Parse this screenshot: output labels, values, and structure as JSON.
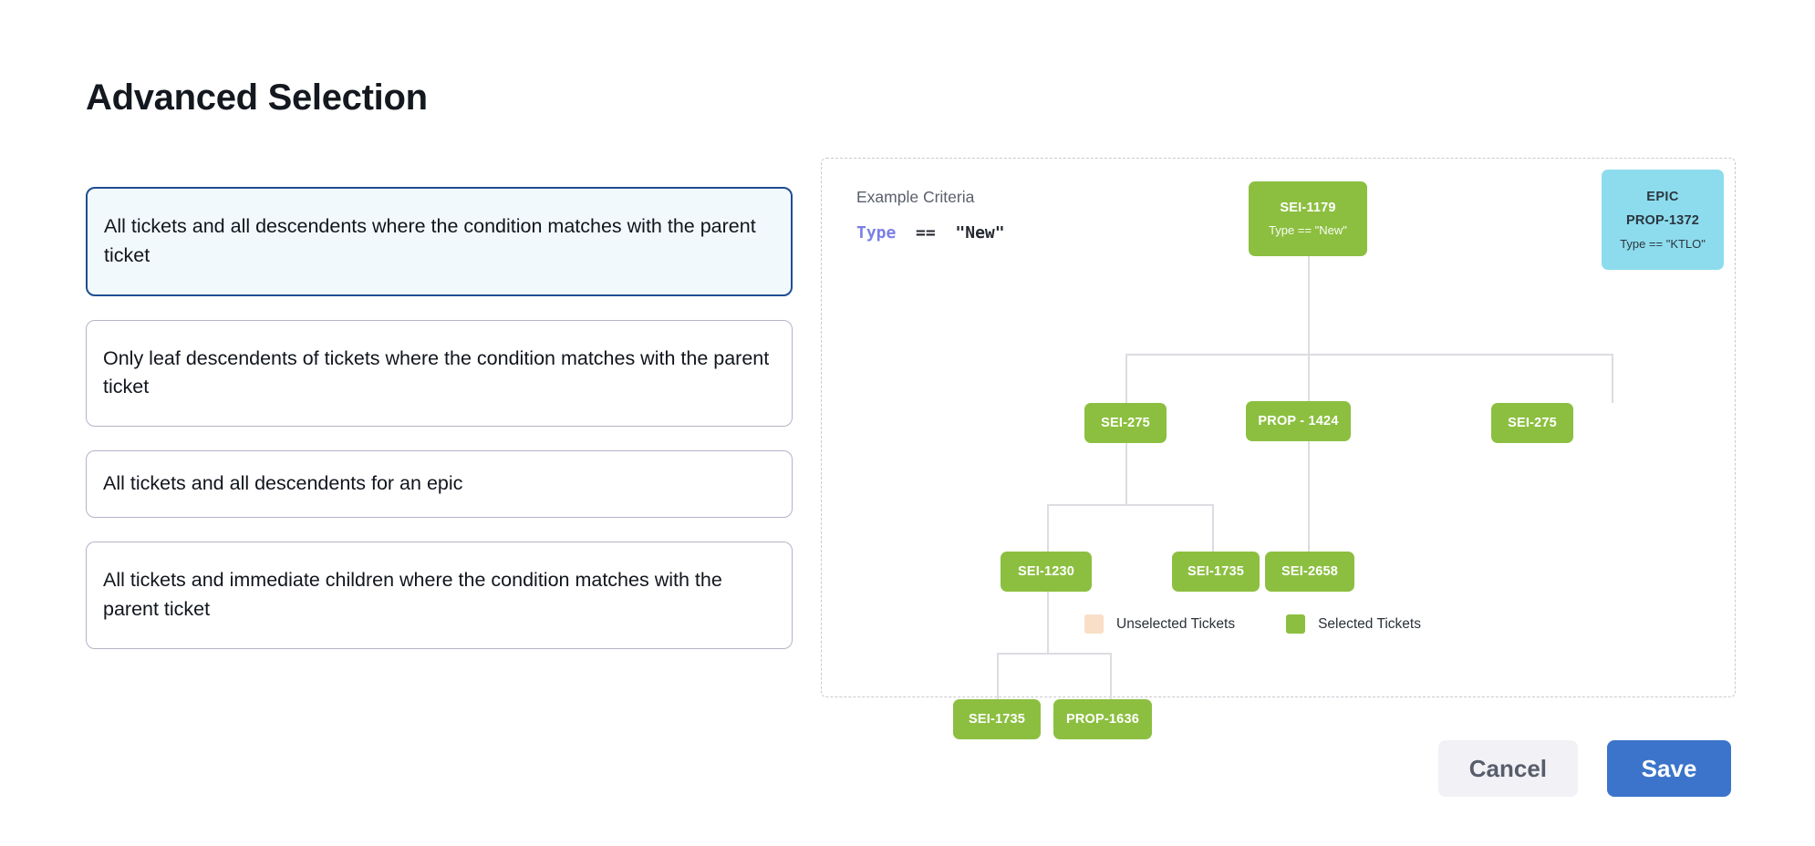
{
  "page": {
    "title": "Advanced Selection"
  },
  "options": [
    {
      "id": "all-descendents-condition",
      "label": "All tickets and all descendents where the condition matches with the parent ticket",
      "selected": true,
      "lines": 2
    },
    {
      "id": "leaf-descendents-condition",
      "label": "Only leaf descendents of tickets where the condition matches with the parent ticket",
      "selected": false,
      "lines": 2
    },
    {
      "id": "all-descendents-epic",
      "label": "All tickets and all descendents for an epic",
      "selected": false,
      "lines": 1
    },
    {
      "id": "immediate-children-condition",
      "label": "All tickets and immediate children where the condition matches with the parent ticket",
      "selected": false,
      "lines": 2
    }
  ],
  "diagram": {
    "criteria_title": "Example Criteria",
    "criteria_expression": {
      "field": "Type",
      "operator": "==",
      "value": "\"New\""
    },
    "nodes": {
      "root": {
        "key": "SEI-1179",
        "sub": "Type == \"New\"",
        "state": "selected"
      },
      "epic": {
        "epic": "EPIC",
        "key": "PROP-1372",
        "sub": "Type == \"KTLO\"",
        "state": "epic"
      },
      "child_a": {
        "key": "SEI-275",
        "state": "selected"
      },
      "child_b": {
        "key": "PROP - 1424",
        "state": "selected"
      },
      "child_c": {
        "key": "SEI-275",
        "state": "selected"
      },
      "gc_a": {
        "key": "SEI-1230",
        "state": "selected"
      },
      "gc_b": {
        "key": "SEI-1735",
        "state": "selected"
      },
      "gc_c": {
        "key": "SEI-2658",
        "state": "selected"
      },
      "ggc_a": {
        "key": "SEI-1735",
        "state": "selected"
      },
      "ggc_b": {
        "key": "PROP-1636",
        "state": "selected"
      }
    },
    "legend": [
      {
        "id": "unselected",
        "label": "Unselected Tickets",
        "color": "#fadfc8"
      },
      {
        "id": "selected",
        "label": "Selected Tickets",
        "color": "#8cbf40"
      }
    ]
  },
  "footer": {
    "cancel_label": "Cancel",
    "save_label": "Save"
  },
  "colors": {
    "accent_blue": "#3b74ca",
    "selected_border": "#1f4e91",
    "selected_bg": "#f2f9fc",
    "node_green": "#8cbf40",
    "node_cyan": "#8ddced",
    "keyword_purple": "#7b7fe5",
    "unselected_swatch": "#fadfc8"
  }
}
